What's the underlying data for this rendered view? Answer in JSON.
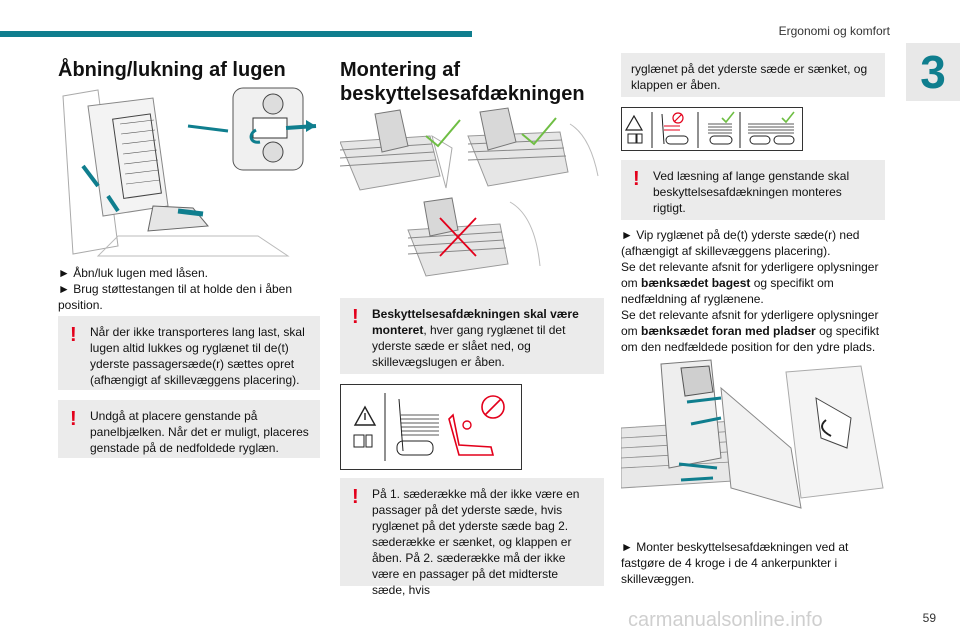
{
  "header": {
    "section": "Ergonomi og komfort",
    "chapter": "3"
  },
  "col1": {
    "title": "Åbning/lukning af lugen",
    "steps": [
      "► Åbn/luk lugen med låsen.",
      "► Brug støttestangen til at holde den i åben position."
    ],
    "note1": "Når der ikke transporteres lang last, skal lugen altid lukkes og ryglænet til de(t) yderste passagersæde(r) sættes opret (afhængigt af skillevæggens placering).",
    "note2": "Undgå at placere genstande på panelbjælken. Når det er muligt, placeres genstade på de nedfoldede ryglæn."
  },
  "col2": {
    "title": "Montering af beskyttelsesafdækningen",
    "note1_bold": "Beskyttelsesafdækningen skal være monteret",
    "note1_rest": ", hver gang ryglænet til det yderste sæde er slået ned, og skillevægslugen er åben.",
    "note2": "På 1. sæderække må der ikke være en passager på det yderste sæde, hvis ryglænet på det yderste sæde bag 2. sæderække er sænket, og klappen er åben. På 2. sæderække må der ikke være en passager på det midterste sæde, hvis"
  },
  "col3": {
    "note_cont": "ryglænet på det yderste sæde er sænket, og klappen er åben.",
    "note_long": "Ved læsning af lange genstande skal beskyttelsesafdækningen monteres rigtigt.",
    "step1": "► Vip ryglænet på de(t) yderste sæde(r) ned (afhængigt af skillevæggens placering).",
    "ref1_pre": "Se det relevante afsnit for yderligere oplysninger om ",
    "ref1_bold": "bænksædet bagest",
    "ref1_post": " og specifikt om nedfældning af ryglænene.",
    "ref2_pre": "Se det relevante afsnit for yderligere oplysninger om ",
    "ref2_bold": "bænksædet foran med pladser",
    "ref2_post": " og specifikt om den nedfældede position for den ydre plads.",
    "step2": "► Monter beskyttelsesafdækningen ved at fastgøre de 4 kroge i de 4 ankerpunkter i skillevæggen."
  },
  "footer": {
    "page": "59",
    "watermark": "carmanualsonline.info"
  },
  "colors": {
    "accent": "#0f7e8e",
    "warning": "#e3001b",
    "note_bg": "#ebebeb"
  }
}
